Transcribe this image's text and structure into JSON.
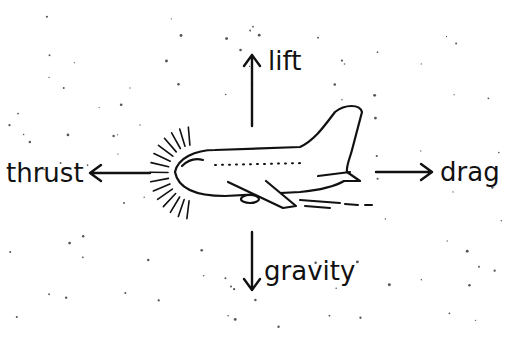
{
  "diagram": {
    "labels": [
      "lift",
      "thrust",
      "drag",
      "gravity"
    ]
  }
}
